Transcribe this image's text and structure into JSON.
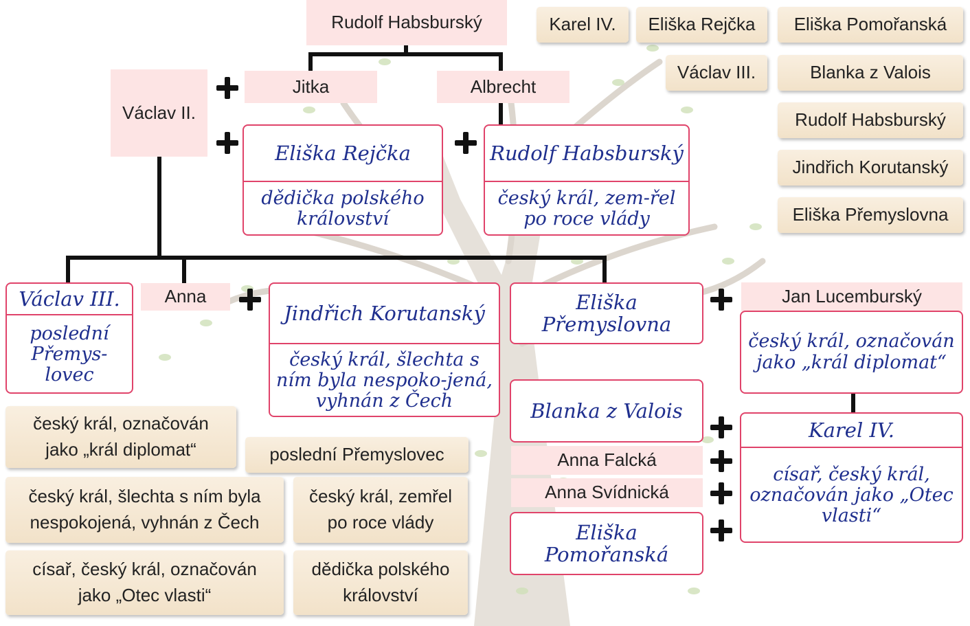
{
  "tree": {
    "rudolf_top": "Rudolf Habsburský",
    "jitka": "Jitka",
    "albrecht": "Albrecht",
    "vaclav2": "Václav II.",
    "anna": "Anna",
    "jan": "Jan Lucemburský",
    "anna_falcka": "Anna Falcká",
    "anna_svidnicka": "Anna Svídnická"
  },
  "cards": {
    "eliska_rejcka": {
      "name": "Eliška Rejčka",
      "desc": "dědička polského království"
    },
    "rudolf": {
      "name": "Rudolf Habsburský",
      "desc": "český král, zem-řel po roce vlády"
    },
    "vaclav3": {
      "name": "Václav III.",
      "desc": "poslední Přemys-lovec"
    },
    "jindrich": {
      "name": "Jindřich Korutanský",
      "desc": "český král, šlechta s ním byla nespoko-jená, vyhnán z Čech"
    },
    "eliska_premyslovna": {
      "name": "Eliška Přemyslovna"
    },
    "jan_desc": {
      "desc": "český král, označován jako „král diplomat“"
    },
    "blanka": {
      "name": "Blanka z Valois"
    },
    "karel": {
      "name": "Karel IV.",
      "desc": "císař, český král, označován jako „Otec vlasti“"
    },
    "eliska_pomoranska": {
      "name": "Eliška Pomořanská"
    }
  },
  "name_tiles": [
    "Karel IV.",
    "Eliška Rejčka",
    "Eliška Pomořanská",
    "Václav III.",
    "Blanka z Valois",
    "Rudolf Habsburský",
    "Jindřich Korutanský",
    "Eliška Přemyslovna"
  ],
  "desc_tiles": [
    "český král, označován jako „král diplomat“",
    "poslední Přemyslovec",
    "český král, šlechta s ním byla nespokojená, vyhnán z Čech",
    "český král, zemřel po roce vlády",
    "císař, český král, označován jako „Otec vlasti“",
    "dědička polského království"
  ],
  "colors": {
    "card_border": "#e0436a",
    "handwriting": "#1f2f8e",
    "pink_box": "#fde4e4",
    "tile": "#f5e7d2"
  }
}
